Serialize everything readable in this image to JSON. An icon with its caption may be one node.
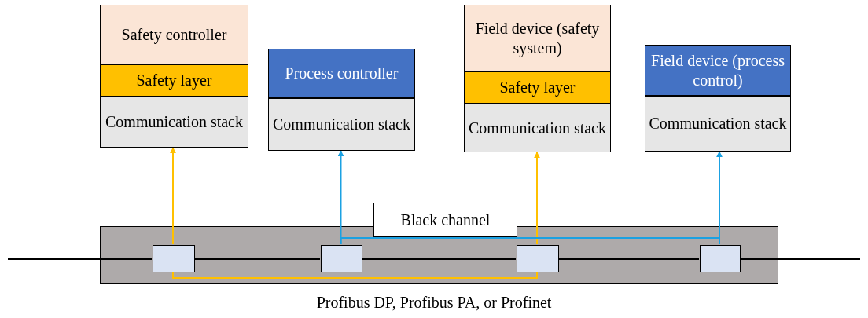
{
  "diagram": {
    "caption": "Profibus DP, Profibus PA, or Profinet",
    "nodes": [
      {
        "text": [
          "Safety controller"
        ]
      },
      {
        "text": [
          "Safety layer"
        ]
      },
      {
        "text": [
          "Communication stack"
        ]
      },
      {
        "text": [
          "Process controller"
        ]
      },
      {
        "text": [
          "Communication stack"
        ]
      },
      {
        "text": [
          "Field device (safety system)"
        ]
      },
      {
        "text": [
          "Safety layer"
        ]
      },
      {
        "text": [
          "Communication stack"
        ]
      },
      {
        "text": [
          "Field device (process control)"
        ]
      },
      {
        "text": [
          "Communication stack"
        ]
      },
      {
        "text": [],
        "shape": "box"
      },
      {
        "text": [
          "Black channel"
        ]
      },
      {
        "text": [],
        "shape": "box",
        "in": 10
      },
      {
        "text": [],
        "shape": "box",
        "in": 10
      },
      {
        "text": [],
        "shape": "box",
        "in": 10
      },
      {
        "text": [],
        "shape": "box",
        "in": 10
      }
    ],
    "edges": [
      {
        "from": null,
        "to": 12,
        "arrow": "none"
      },
      {
        "from": 12,
        "to": 13,
        "arrow": "none"
      },
      {
        "from": 13,
        "to": 14,
        "arrow": "none"
      },
      {
        "from": 14,
        "to": 15,
        "arrow": "none"
      },
      {
        "from": 15,
        "to": null,
        "arrow": "none"
      },
      {
        "from": 12,
        "to": 2,
        "arrow": "to",
        "color": "#ffc000"
      },
      {
        "from": 12,
        "to": 14,
        "arrow": "none",
        "color": "#ffc000"
      },
      {
        "from": 14,
        "to": 7,
        "arrow": "to",
        "color": "#ffc000"
      },
      {
        "from": 13,
        "to": 4,
        "arrow": "to",
        "color": "#1ba1e2"
      },
      {
        "from": 13,
        "to": 15,
        "arrow": "none",
        "color": "#1ba1e2"
      },
      {
        "from": 15,
        "to": 9,
        "arrow": "to",
        "color": "#1ba1e2"
      }
    ]
  }
}
